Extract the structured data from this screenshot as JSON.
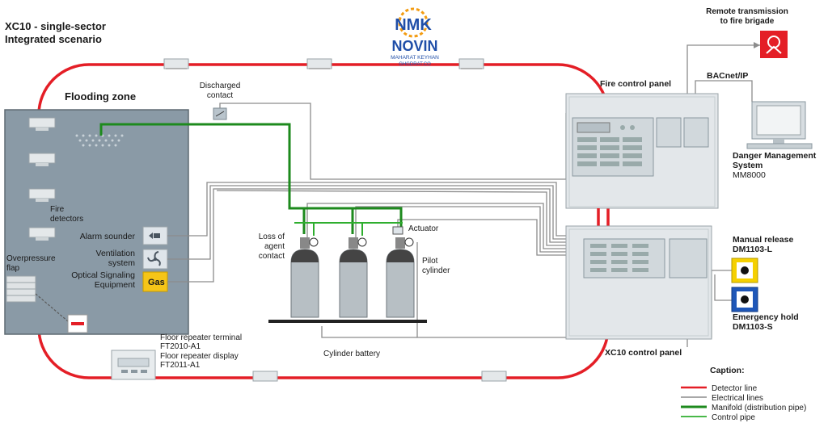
{
  "title": {
    "line1": "XC10 - single-sector",
    "line2": "Integrated scenario"
  },
  "logo": {
    "mark": "NMK",
    "name": "NOVIN",
    "sub1": "MAHARAT KEYHAN",
    "sub2": "GHGDRAT.CO"
  },
  "labels": {
    "flooding_zone": "Flooding zone",
    "discharged_contact_1": "Discharged",
    "discharged_contact_2": "contact",
    "fire_detectors_1": "Fire",
    "fire_detectors_2": "detectors",
    "overpressure_1": "Overpressure",
    "overpressure_2": "flap",
    "alarm_sounder": "Alarm sounder",
    "ventilation_1": "Ventilation",
    "ventilation_2": "system",
    "optical_1": "Optical Signaling",
    "optical_2": "Equipment",
    "gas": "Gas",
    "loss_agent_1": "Loss of",
    "loss_agent_2": "agent",
    "loss_agent_3": "contact",
    "actuator": "Actuator",
    "pilot_1": "Pilot",
    "pilot_2": "cylinder",
    "cylinder_battery": "Cylinder battery",
    "floor_rep_1": "Floor repeater terminal",
    "floor_rep_2": "FT2010-A1",
    "floor_rep_3": "Floor repeater display",
    "floor_rep_4": "FT2011-A1",
    "remote_1": "Remote transmission",
    "remote_2": "to fire brigade",
    "bacnet": "BACnet/IP",
    "fire_control_panel": "Fire control panel",
    "dms_1": "Danger Management",
    "dms_2": "System",
    "dms_3": "MM8000",
    "manual_release_1": "Manual release",
    "manual_release_2": "DM1103-L",
    "emergency_hold_1": "Emergency hold",
    "emergency_hold_2": "DM1103-S",
    "xc10_panel": "XC10 control panel"
  },
  "caption": {
    "title": "Caption:",
    "items": [
      {
        "label": "Detector line",
        "color": "#e41e26"
      },
      {
        "label": "Electrical lines",
        "color": "#8c8c8c"
      },
      {
        "label": "Manifold (distribution pipe)",
        "color": "#1d8a1d"
      },
      {
        "label": "Control pipe",
        "color": "#2fae2f"
      }
    ]
  },
  "colors": {
    "detector_line": "#e41e26",
    "electrical": "#8c8c8c",
    "manifold": "#1d8a1d",
    "control_pipe": "#2fae2f",
    "zone_fill": "#8a9aa6"
  }
}
